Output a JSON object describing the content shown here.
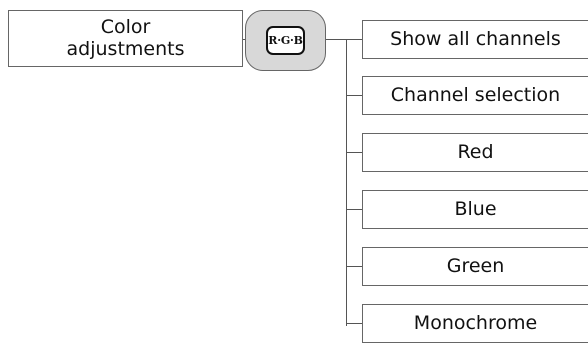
{
  "left_node": {
    "lines": [
      "Color",
      "adjustments"
    ]
  },
  "icon": {
    "name": "rgb-icon",
    "label": "R·G·B"
  },
  "options": [
    "Show all channels",
    "Channel selection",
    "Red",
    "Blue",
    "Green",
    "Monochrome"
  ]
}
